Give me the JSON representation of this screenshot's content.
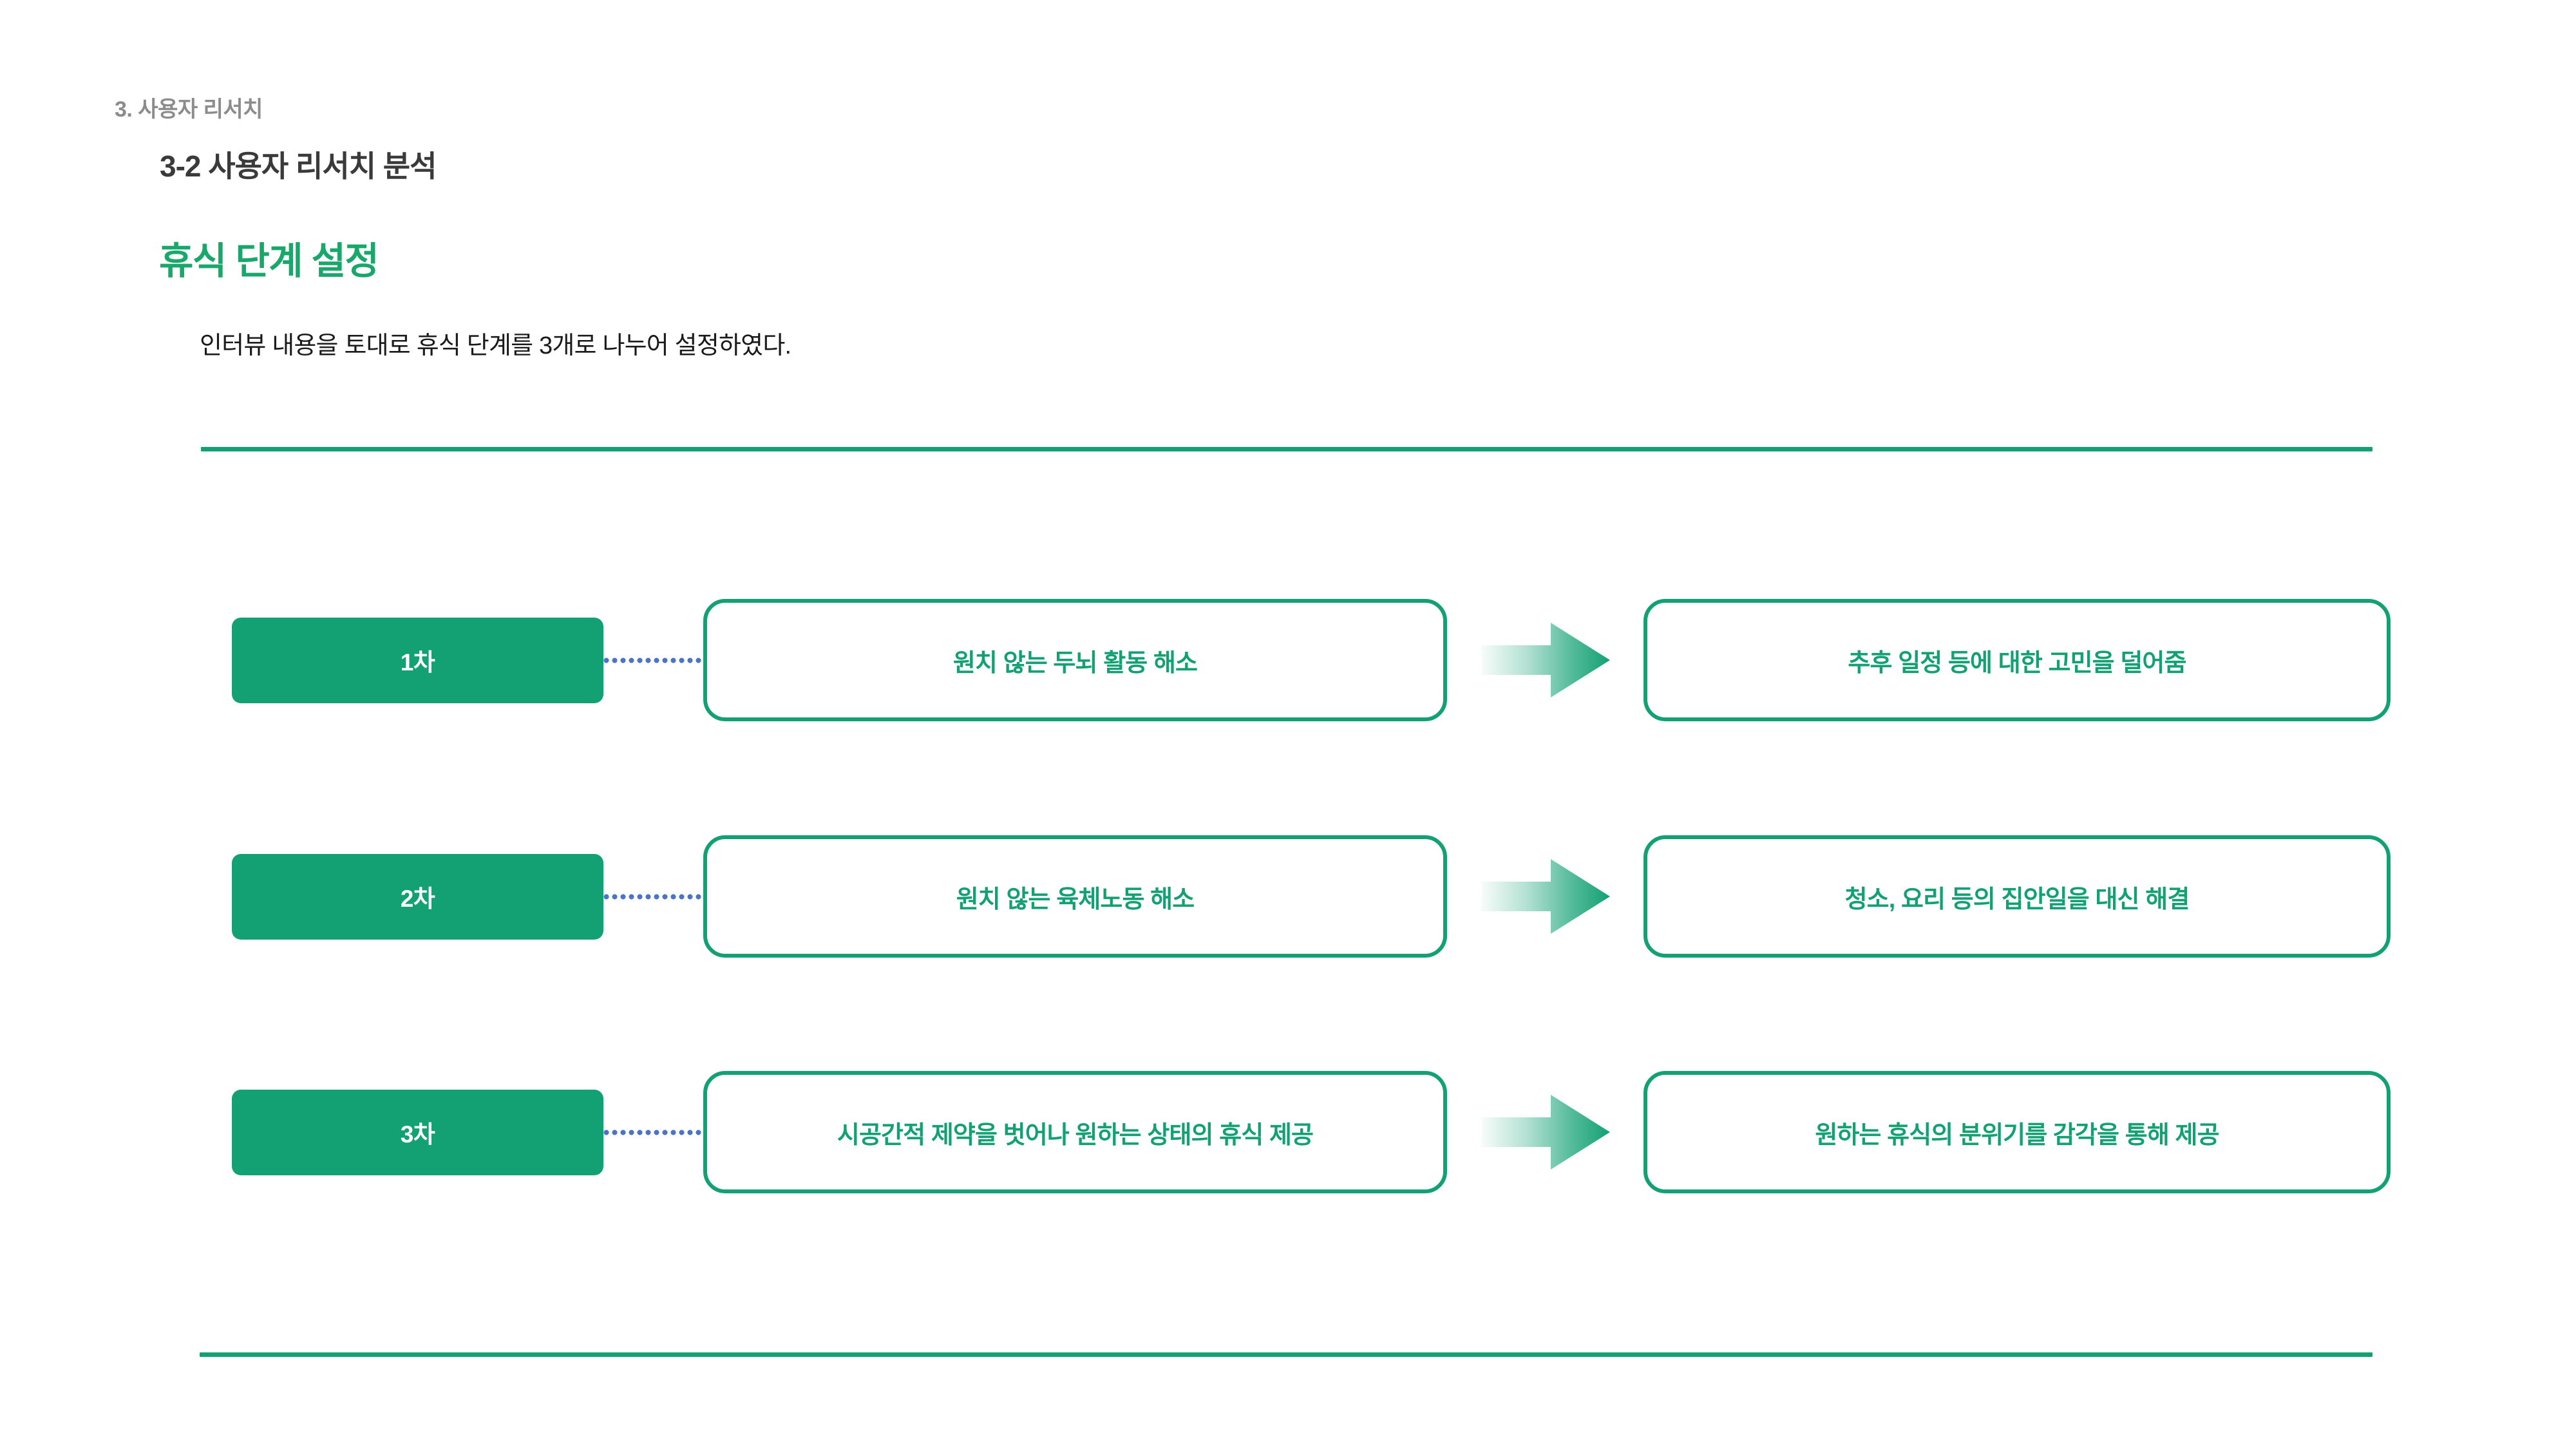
{
  "header": {
    "breadcrumb": "3. 사용자 리서치",
    "section_title": "3-2 사용자 리서치 분석",
    "page_heading": "휴식 단계 설정",
    "page_description": "인터뷰 내용을 토대로 휴식 단계를 3개로 나누어 설정하였다."
  },
  "theme": {
    "brand_green": "#13a174",
    "heading_green": "#1aa76c",
    "connector_blue": "#4c74c4",
    "breadcrumb_gray": "#8c8c8c",
    "title_dark": "#3a3a3a",
    "body_text": "#1a1a1a",
    "background": "#ffffff"
  },
  "diagram": {
    "type": "stage-flow",
    "arrow_icon": "arrow-right-icon",
    "connector_icon": "dotted-line-icon",
    "rows": [
      {
        "stage": "1차",
        "cause": "원치 않는 두뇌 활동 해소",
        "effect": "추후 일정 등에 대한 고민을 덜어줌"
      },
      {
        "stage": "2차",
        "cause": "원치 않는 육체노동 해소",
        "effect": "청소, 요리 등의 집안일을 대신 해결"
      },
      {
        "stage": "3차",
        "cause": "시공간적 제약을 벗어나 원하는 상태의 휴식 제공",
        "effect": "원하는 휴식의 분위기를 감각을 통해 제공"
      }
    ]
  }
}
